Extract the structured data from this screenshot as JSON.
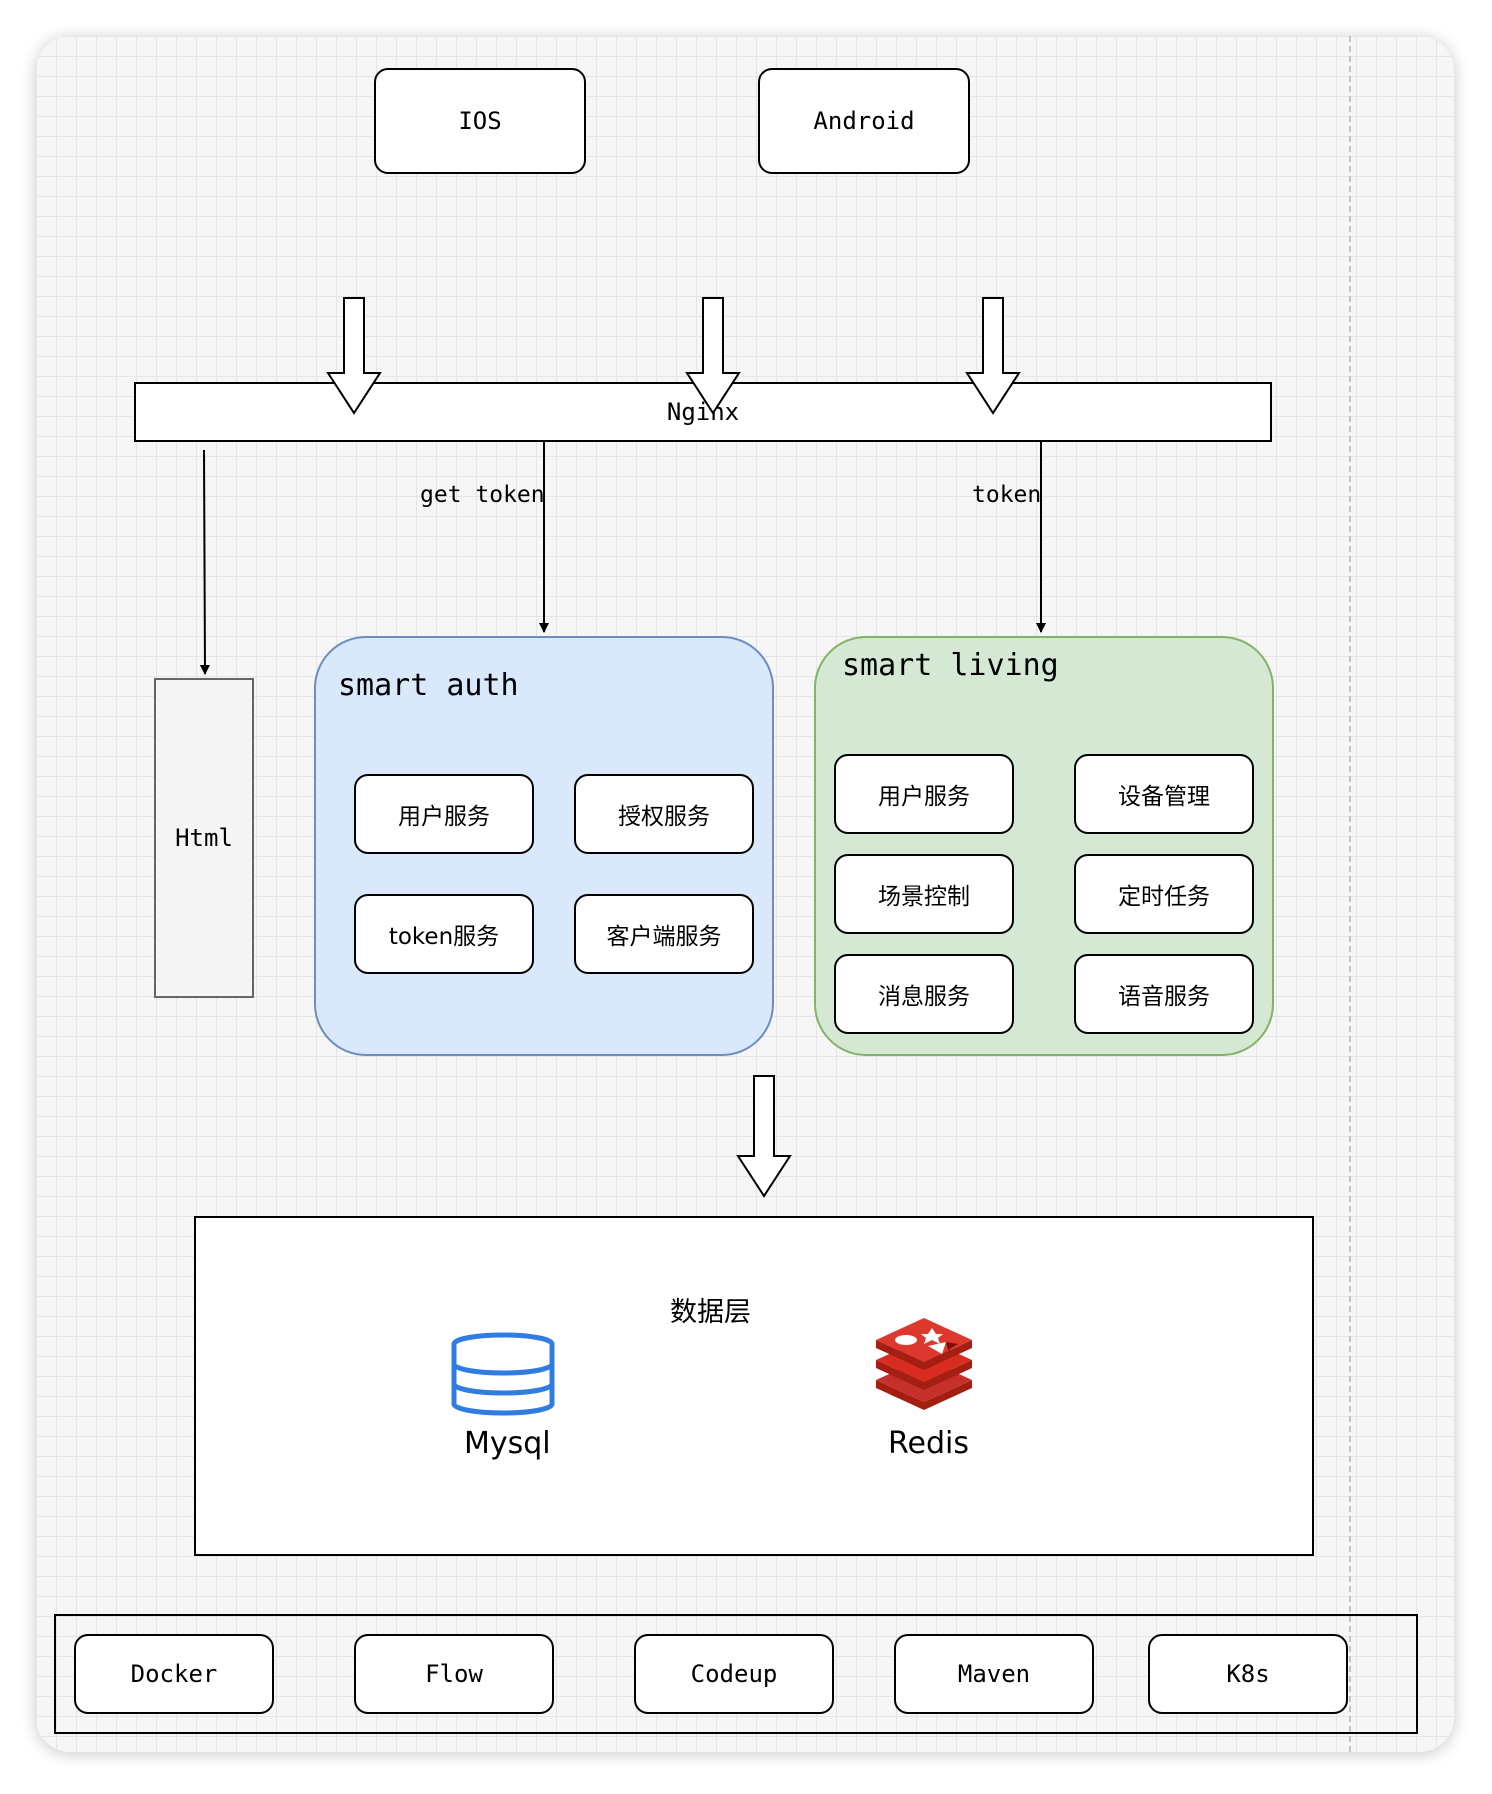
{
  "clients": {
    "ios": "IOS",
    "android": "Android"
  },
  "gateway": {
    "nginx": "Nginx"
  },
  "edges": {
    "get_token": "get token",
    "token": "token"
  },
  "html_box": "Html",
  "smart_auth": {
    "title": "smart auth",
    "services": [
      "用户服务",
      "授权服务",
      "token服务",
      "客户端服务"
    ],
    "fill": "#dae8fc",
    "border": "#6c8ebf"
  },
  "smart_living": {
    "title": "smart living",
    "services": [
      "用户服务",
      "设备管理",
      "场景控制",
      "定时任务",
      "消息服务",
      "语音服务"
    ],
    "fill": "#d5e8d4",
    "border": "#82b366"
  },
  "data_layer": {
    "title": "数据层",
    "mysql": {
      "label": "Mysql",
      "icon": "database-icon",
      "color": "#2f7de1"
    },
    "redis": {
      "label": "Redis",
      "icon": "redis-logo-icon",
      "color": "#c6302b"
    }
  },
  "tools": [
    "Docker",
    "Flow",
    "Codeup",
    "Maven",
    "K8s"
  ]
}
